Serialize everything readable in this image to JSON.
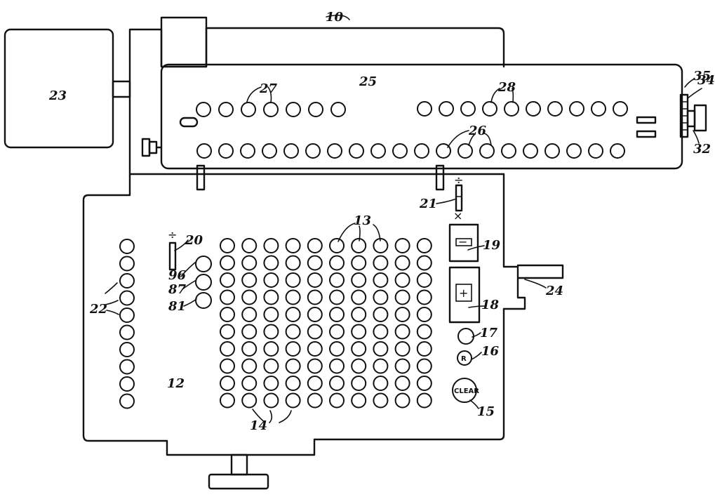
{
  "labels": {
    "main_frame": "10",
    "keyboard_body": "12",
    "amount_keys": "13",
    "amount_keys_lower": "14",
    "clear_key": "15",
    "repeat_key": "16",
    "key_17": "17",
    "plus_bar": "18",
    "minus_bar": "19",
    "divide_multiply_lever": "20",
    "upper_lever": "21",
    "column_keys": "22",
    "motor_box": "23",
    "crank": "24",
    "carriage": "25",
    "carriage_lower_dials": "26",
    "carriage_upper_dials": "27",
    "carriage_right_dials": "28",
    "knob_32": "32",
    "knob_34": "34",
    "knob_35": "35",
    "key_81": "81",
    "key_87": "87",
    "key_96": "96"
  },
  "symbols": {
    "divide": "÷",
    "multiply": "×",
    "minus": "−",
    "plus": "+",
    "repeat": "R",
    "clear": "CLEAR"
  }
}
